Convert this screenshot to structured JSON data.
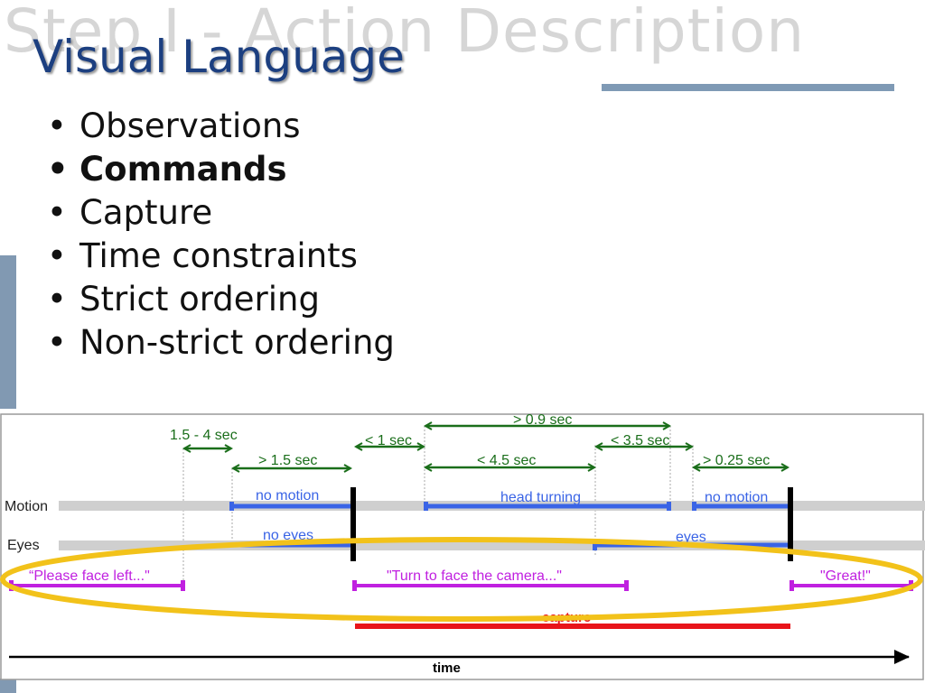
{
  "slide": {
    "ghost_title": "Step I - Action Description",
    "title": "Visual Language",
    "bullets": [
      {
        "text": "Observations",
        "bold": false
      },
      {
        "text": "Commands",
        "bold": true
      },
      {
        "text": "Capture",
        "bold": false
      },
      {
        "text": "Time constraints",
        "bold": false
      },
      {
        "text": "Strict ordering",
        "bold": false
      },
      {
        "text": "Non-strict ordering",
        "bold": false
      }
    ],
    "bullet_glyph": "•"
  },
  "diagram": {
    "row_labels": {
      "motion": "Motion",
      "eyes": "Eyes"
    },
    "constraints": {
      "c1": "1.5 - 4 sec",
      "c2": "> 1.5 sec",
      "c3": "< 1 sec",
      "c4": "> 0.9 sec",
      "c5": "< 4.5 sec",
      "c6": "< 3.5 sec",
      "c7": "> 0.25 sec"
    },
    "observations": {
      "motion_1": "no motion",
      "motion_2": "head turning",
      "motion_3": "no motion",
      "eyes_1": "no eyes",
      "eyes_2": "eyes"
    },
    "commands": {
      "cmd_1": "“Please face left...\"",
      "cmd_2": "\"Turn to face the camera...\"",
      "cmd_3": "\"Great!\""
    },
    "capture_label": "capture",
    "time_label": "time",
    "colors": {
      "constraint": "#1a6e1a",
      "observation": "#3a64e6",
      "command": "#c020e0",
      "capture": "#e8141a",
      "highlight": "#f2c21a",
      "track": "#cfcfcf"
    }
  }
}
